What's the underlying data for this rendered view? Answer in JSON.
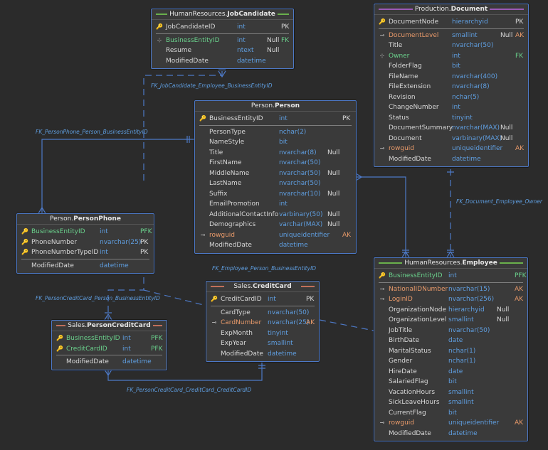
{
  "relationships": [
    {
      "label": "FK_JobCandidate_Employee_BusinessEntityID"
    },
    {
      "label": "FK_PersonPhone_Person_BusinessEntityID"
    },
    {
      "label": "FK_Document_Employee_Owner"
    },
    {
      "label": "FK_Employee_Person_BusinessEntityID"
    },
    {
      "label": "FK_PersonCreditCard_Person_BusinessEntityID"
    },
    {
      "label": "FK_PersonCreditCard_CreditCard_CreditCardID"
    }
  ],
  "tables": [
    {
      "schema": "HumanResources.",
      "name": "JobCandidate",
      "accent": "#6ab04c",
      "keys": [
        {
          "name": "JobCandidateID",
          "type": "int",
          "null": "",
          "key": "PK",
          "icon": "key",
          "color": ""
        }
      ],
      "columns": [
        {
          "name": "BusinessEntityID",
          "type": "int",
          "null": "Null",
          "key": "FK",
          "icon": "fk",
          "color": "green"
        },
        {
          "name": "Resume",
          "type": "ntext",
          "null": "Null",
          "key": "",
          "icon": "",
          "color": ""
        },
        {
          "name": "ModifiedDate",
          "type": "datetime",
          "null": "",
          "key": "",
          "icon": "",
          "color": ""
        }
      ]
    },
    {
      "schema": "Production.",
      "name": "Document",
      "accent": "#9b59b6",
      "keys": [
        {
          "name": "DocumentNode",
          "type": "hierarchyid",
          "null": "",
          "key": "PK",
          "icon": "key",
          "color": ""
        }
      ],
      "columns": [
        {
          "name": "DocumentLevel",
          "type": "smallint",
          "null": "Null",
          "key": "AK",
          "icon": "ak",
          "color": "orange"
        },
        {
          "name": "Title",
          "type": "nvarchar(50)",
          "null": "",
          "key": "",
          "icon": "",
          "color": ""
        },
        {
          "name": "Owner",
          "type": "int",
          "null": "",
          "key": "FK",
          "icon": "fk",
          "color": "green"
        },
        {
          "name": "FolderFlag",
          "type": "bit",
          "null": "",
          "key": "",
          "icon": "",
          "color": ""
        },
        {
          "name": "FileName",
          "type": "nvarchar(400)",
          "null": "",
          "key": "",
          "icon": "",
          "color": ""
        },
        {
          "name": "FileExtension",
          "type": "nvarchar(8)",
          "null": "",
          "key": "",
          "icon": "",
          "color": ""
        },
        {
          "name": "Revision",
          "type": "nchar(5)",
          "null": "",
          "key": "",
          "icon": "",
          "color": ""
        },
        {
          "name": "ChangeNumber",
          "type": "int",
          "null": "",
          "key": "",
          "icon": "",
          "color": ""
        },
        {
          "name": "Status",
          "type": "tinyint",
          "null": "",
          "key": "",
          "icon": "",
          "color": ""
        },
        {
          "name": "DocumentSummary",
          "type": "nvarchar(MAX)",
          "null": "Null",
          "key": "",
          "icon": "",
          "color": ""
        },
        {
          "name": "Document",
          "type": "varbinary(MAX)",
          "null": "Null",
          "key": "",
          "icon": "",
          "color": ""
        },
        {
          "name": "rowguid",
          "type": "uniqueidentifier",
          "null": "",
          "key": "AK",
          "icon": "ak",
          "color": "orange"
        },
        {
          "name": "ModifiedDate",
          "type": "datetime",
          "null": "",
          "key": "",
          "icon": "",
          "color": ""
        }
      ]
    },
    {
      "schema": "Person.",
      "name": "Person",
      "accent": "",
      "keys": [
        {
          "name": "BusinessEntityID",
          "type": "int",
          "null": "",
          "key": "PK",
          "icon": "key",
          "color": ""
        }
      ],
      "columns": [
        {
          "name": "PersonType",
          "type": "nchar(2)",
          "null": "",
          "key": "",
          "icon": "",
          "color": ""
        },
        {
          "name": "NameStyle",
          "type": "bit",
          "null": "",
          "key": "",
          "icon": "",
          "color": ""
        },
        {
          "name": "Title",
          "type": "nvarchar(8)",
          "null": "Null",
          "key": "",
          "icon": "",
          "color": ""
        },
        {
          "name": "FirstName",
          "type": "nvarchar(50)",
          "null": "",
          "key": "",
          "icon": "",
          "color": ""
        },
        {
          "name": "MiddleName",
          "type": "nvarchar(50)",
          "null": "Null",
          "key": "",
          "icon": "",
          "color": ""
        },
        {
          "name": "LastName",
          "type": "nvarchar(50)",
          "null": "",
          "key": "",
          "icon": "",
          "color": ""
        },
        {
          "name": "Suffix",
          "type": "nvarchar(10)",
          "null": "Null",
          "key": "",
          "icon": "",
          "color": ""
        },
        {
          "name": "EmailPromotion",
          "type": "int",
          "null": "",
          "key": "",
          "icon": "",
          "color": ""
        },
        {
          "name": "AdditionalContactInfo",
          "type": "varbinary(50)",
          "null": "Null",
          "key": "",
          "icon": "",
          "color": ""
        },
        {
          "name": "Demographics",
          "type": "varchar(MAX)",
          "null": "Null",
          "key": "",
          "icon": "",
          "color": ""
        },
        {
          "name": "rowguid",
          "type": "uniqueidentifier",
          "null": "",
          "key": "AK",
          "icon": "ak",
          "color": "orange"
        },
        {
          "name": "ModifiedDate",
          "type": "datetime",
          "null": "",
          "key": "",
          "icon": "",
          "color": ""
        }
      ]
    },
    {
      "schema": "Person.",
      "name": "PersonPhone",
      "accent": "",
      "keys": [
        {
          "name": "BusinessEntityID",
          "type": "int",
          "null": "",
          "key": "PFK",
          "icon": "key",
          "color": "green"
        },
        {
          "name": "PhoneNumber",
          "type": "nvarchar(25)",
          "null": "",
          "key": "PK",
          "icon": "key",
          "color": ""
        },
        {
          "name": "PhoneNumberTypeID",
          "type": "int",
          "null": "",
          "key": "PK",
          "icon": "key",
          "color": ""
        }
      ],
      "columns": [
        {
          "name": "ModifiedDate",
          "type": "datetime",
          "null": "",
          "key": "",
          "icon": "",
          "color": ""
        }
      ]
    },
    {
      "schema": "Sales.",
      "name": "CreditCard",
      "accent": "#c0705a",
      "keys": [
        {
          "name": "CreditCardID",
          "type": "int",
          "null": "",
          "key": "PK",
          "icon": "key",
          "color": ""
        }
      ],
      "columns": [
        {
          "name": "CardType",
          "type": "nvarchar(50)",
          "null": "",
          "key": "",
          "icon": "",
          "color": ""
        },
        {
          "name": "CardNumber",
          "type": "nvarchar(25)",
          "null": "",
          "key": "AK",
          "icon": "ak",
          "color": "orange"
        },
        {
          "name": "ExpMonth",
          "type": "tinyint",
          "null": "",
          "key": "",
          "icon": "",
          "color": ""
        },
        {
          "name": "ExpYear",
          "type": "smallint",
          "null": "",
          "key": "",
          "icon": "",
          "color": ""
        },
        {
          "name": "ModifiedDate",
          "type": "datetime",
          "null": "",
          "key": "",
          "icon": "",
          "color": ""
        }
      ]
    },
    {
      "schema": "Sales.",
      "name": "PersonCreditCard",
      "accent": "#c0705a",
      "keys": [
        {
          "name": "BusinessEntityID",
          "type": "int",
          "null": "",
          "key": "PFK",
          "icon": "key",
          "color": "green"
        },
        {
          "name": "CreditCardID",
          "type": "int",
          "null": "",
          "key": "PFK",
          "icon": "key",
          "color": "green"
        }
      ],
      "columns": [
        {
          "name": "ModifiedDate",
          "type": "datetime",
          "null": "",
          "key": "",
          "icon": "",
          "color": ""
        }
      ]
    },
    {
      "schema": "HumanResources.",
      "name": "Employee",
      "accent": "#6ab04c",
      "keys": [
        {
          "name": "BusinessEntityID",
          "type": "int",
          "null": "",
          "key": "PFK",
          "icon": "key",
          "color": "green"
        }
      ],
      "columns": [
        {
          "name": "NationalIDNumber",
          "type": "nvarchar(15)",
          "null": "",
          "key": "AK",
          "icon": "ak",
          "color": "orange"
        },
        {
          "name": "LoginID",
          "type": "nvarchar(256)",
          "null": "",
          "key": "AK",
          "icon": "ak",
          "color": "orange"
        },
        {
          "name": "OrganizationNode",
          "type": "hierarchyid",
          "null": "Null",
          "key": "",
          "icon": "",
          "color": ""
        },
        {
          "name": "OrganizationLevel",
          "type": "smallint",
          "null": "Null",
          "key": "",
          "icon": "",
          "color": ""
        },
        {
          "name": "JobTitle",
          "type": "nvarchar(50)",
          "null": "",
          "key": "",
          "icon": "",
          "color": ""
        },
        {
          "name": "BirthDate",
          "type": "date",
          "null": "",
          "key": "",
          "icon": "",
          "color": ""
        },
        {
          "name": "MaritalStatus",
          "type": "nchar(1)",
          "null": "",
          "key": "",
          "icon": "",
          "color": ""
        },
        {
          "name": "Gender",
          "type": "nchar(1)",
          "null": "",
          "key": "",
          "icon": "",
          "color": ""
        },
        {
          "name": "HireDate",
          "type": "date",
          "null": "",
          "key": "",
          "icon": "",
          "color": ""
        },
        {
          "name": "SalariedFlag",
          "type": "bit",
          "null": "",
          "key": "",
          "icon": "",
          "color": ""
        },
        {
          "name": "VacationHours",
          "type": "smallint",
          "null": "",
          "key": "",
          "icon": "",
          "color": ""
        },
        {
          "name": "SickLeaveHours",
          "type": "smallint",
          "null": "",
          "key": "",
          "icon": "",
          "color": ""
        },
        {
          "name": "CurrentFlag",
          "type": "bit",
          "null": "",
          "key": "",
          "icon": "",
          "color": ""
        },
        {
          "name": "rowguid",
          "type": "uniqueidentifier",
          "null": "",
          "key": "AK",
          "icon": "ak",
          "color": "orange"
        },
        {
          "name": "ModifiedDate",
          "type": "datetime",
          "null": "",
          "key": "",
          "icon": "",
          "color": ""
        }
      ]
    }
  ]
}
